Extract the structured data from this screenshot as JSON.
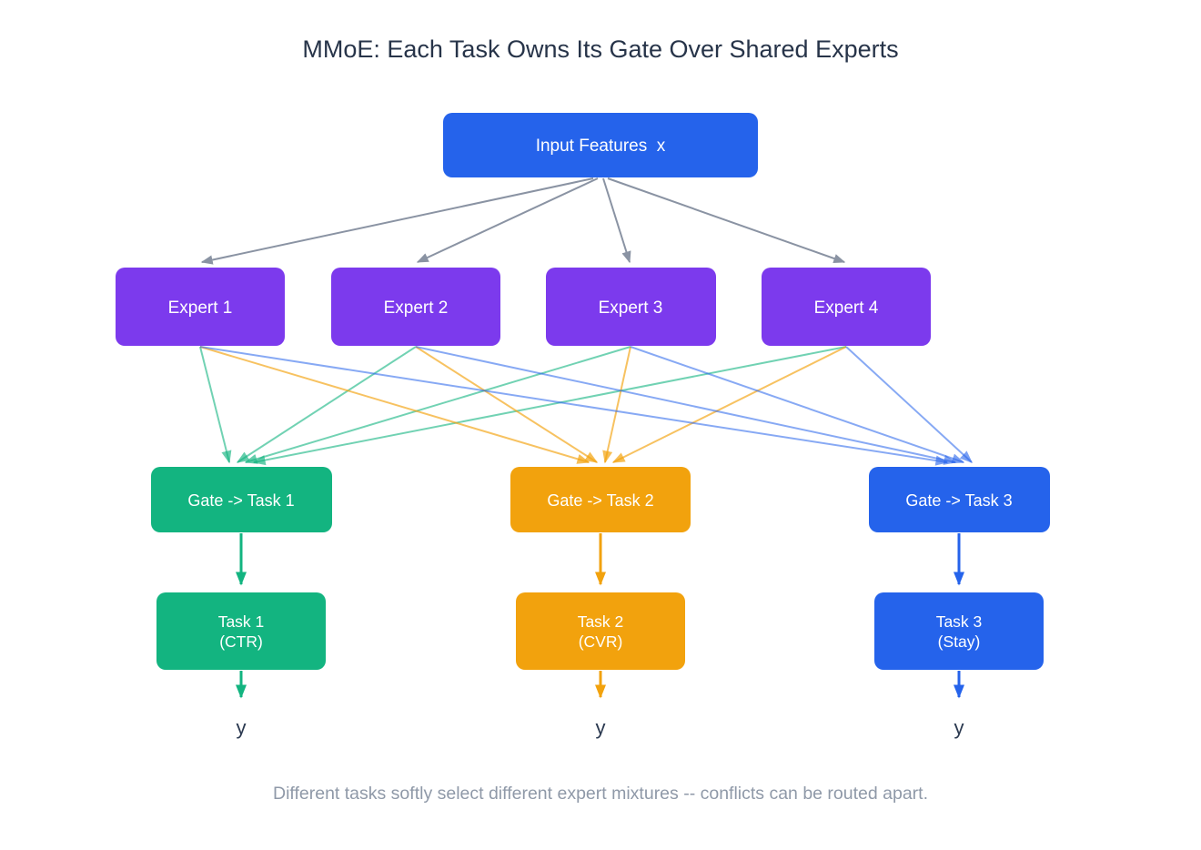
{
  "title": "MMoE: Each Task Owns Its Gate Over Shared Experts",
  "caption": "Different tasks softly select different expert mixtures -- conflicts can be routed apart.",
  "colors": {
    "input_fill": "#2563eb",
    "expert_fill": "#7c3aed",
    "gate1_fill": "#13b480",
    "gate2_fill": "#f2a20d",
    "gate3_fill": "#2563eb",
    "arrow_gray": "#8a93a3",
    "title_text": "#273449",
    "caption_text": "#8f99a8",
    "node_text": "#ffffff"
  },
  "nodes": {
    "input": {
      "label": "Input Features  x"
    },
    "experts": [
      {
        "label": "Expert 1"
      },
      {
        "label": "Expert 2"
      },
      {
        "label": "Expert 3"
      },
      {
        "label": "Expert 4"
      }
    ],
    "gates": [
      {
        "label": "Gate -> Task 1"
      },
      {
        "label": "Gate -> Task 2"
      },
      {
        "label": "Gate -> Task 3"
      }
    ],
    "tasks": [
      {
        "label": "Task 1",
        "sublabel": "(CTR)"
      },
      {
        "label": "Task 2",
        "sublabel": "(CVR)"
      },
      {
        "label": "Task 3",
        "sublabel": "(Stay)"
      }
    ],
    "outputs": [
      {
        "label": "y"
      },
      {
        "label": "y"
      },
      {
        "label": "y"
      }
    ]
  },
  "edges": {
    "input_to_experts": [
      [
        "input",
        "expert-1"
      ],
      [
        "input",
        "expert-2"
      ],
      [
        "input",
        "expert-3"
      ],
      [
        "input",
        "expert-4"
      ]
    ],
    "experts_to_gates": [
      [
        "expert-1",
        "gate-1"
      ],
      [
        "expert-2",
        "gate-1"
      ],
      [
        "expert-3",
        "gate-1"
      ],
      [
        "expert-4",
        "gate-1"
      ],
      [
        "expert-1",
        "gate-2"
      ],
      [
        "expert-2",
        "gate-2"
      ],
      [
        "expert-3",
        "gate-2"
      ],
      [
        "expert-4",
        "gate-2"
      ],
      [
        "expert-1",
        "gate-3"
      ],
      [
        "expert-2",
        "gate-3"
      ],
      [
        "expert-3",
        "gate-3"
      ],
      [
        "expert-4",
        "gate-3"
      ]
    ],
    "gates_to_tasks": [
      [
        "gate-1",
        "task-1"
      ],
      [
        "gate-2",
        "task-2"
      ],
      [
        "gate-3",
        "task-3"
      ]
    ],
    "tasks_to_outputs": [
      [
        "task-1",
        "y"
      ],
      [
        "task-2",
        "y"
      ],
      [
        "task-3",
        "y"
      ]
    ]
  }
}
